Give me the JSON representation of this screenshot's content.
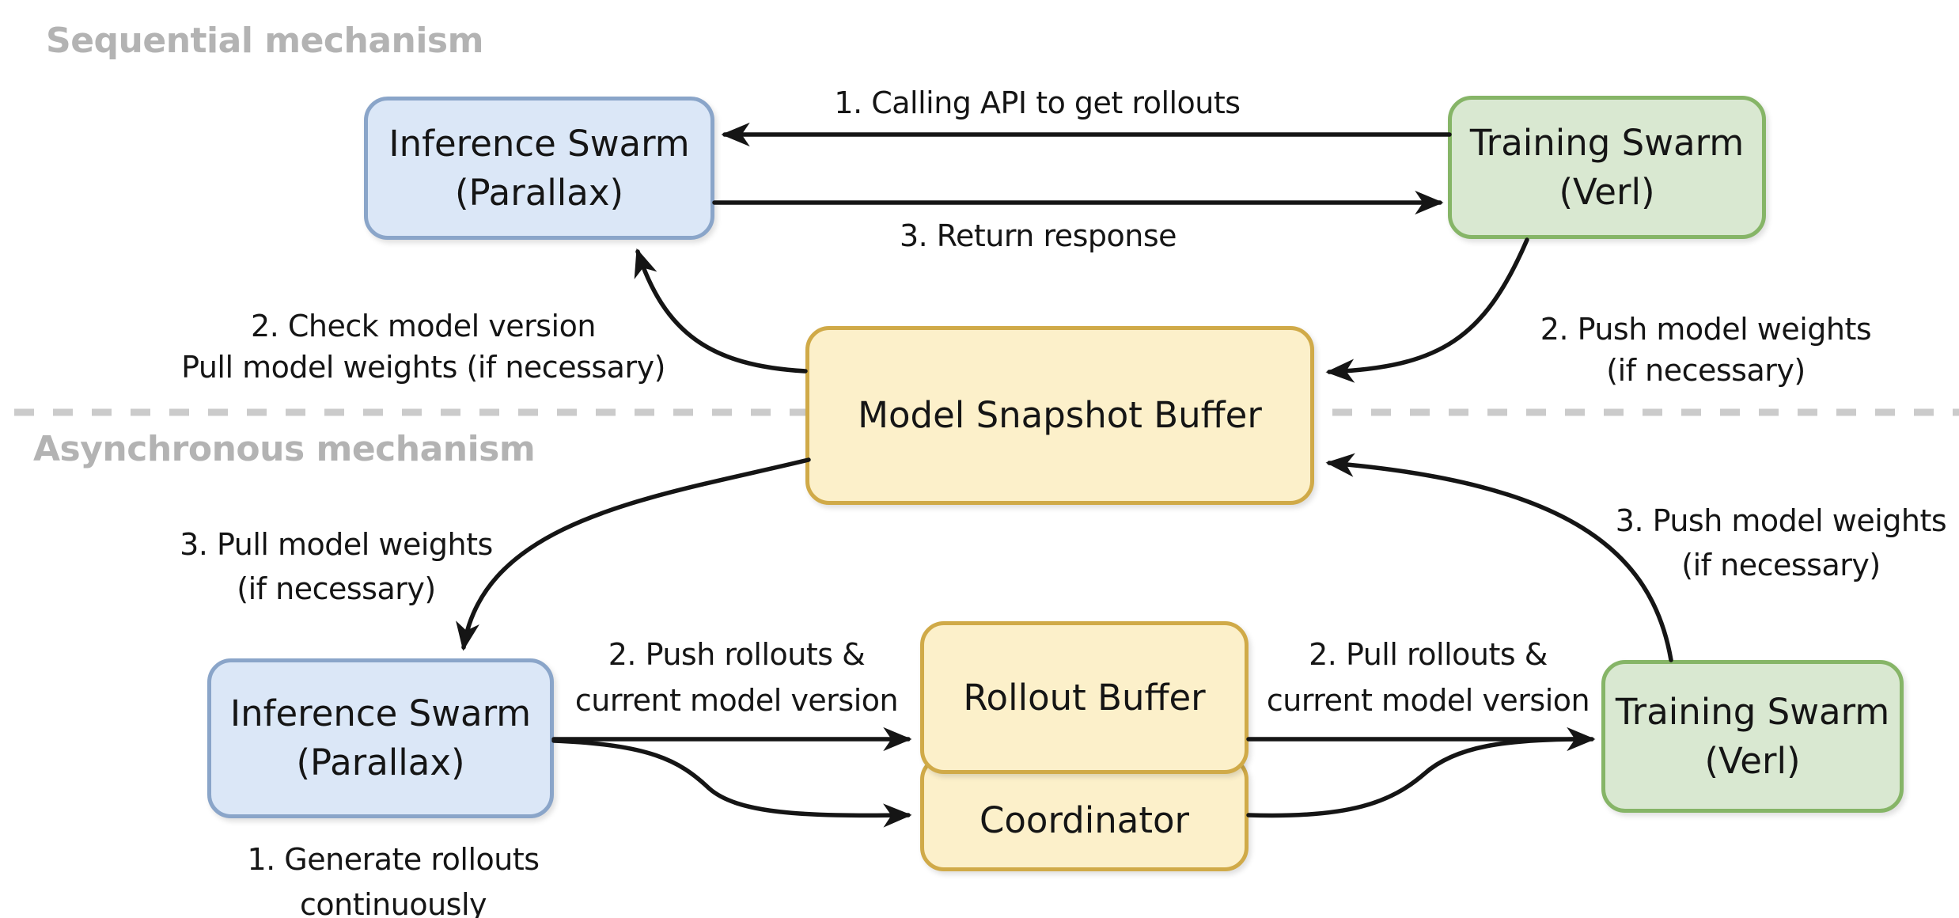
{
  "sections": {
    "sequential": {
      "title": "Sequential mechanism"
    },
    "asynchronous": {
      "title": "Asynchronous mechanism"
    }
  },
  "nodes": {
    "inference_swarm_top": {
      "line1": "Inference Swarm",
      "line2": "(Parallax)"
    },
    "training_swarm_top": {
      "line1": "Training Swarm",
      "line2": "(Verl)"
    },
    "model_snapshot_buffer": {
      "label": "Model Snapshot Buffer"
    },
    "inference_swarm_bottom": {
      "line1": "Inference Swarm",
      "line2": "(Parallax)"
    },
    "training_swarm_bottom": {
      "line1": "Training Swarm",
      "line2": "(Verl)"
    },
    "rollout_buffer": {
      "label": "Rollout Buffer"
    },
    "coordinator": {
      "label": "Coordinator"
    }
  },
  "edge_labels": {
    "calling_api": {
      "text": "1. Calling API to get rollouts"
    },
    "return_response": {
      "text": "3. Return response"
    },
    "check_model_version": {
      "line1": "2. Check model version",
      "line2": "Pull model weights (if necessary)"
    },
    "push_model_weights_seq": {
      "line1": "2. Push model weights",
      "line2": "(if necessary)"
    },
    "pull_model_weights_async": {
      "line1": "3. Pull model weights",
      "line2": "(if necessary)"
    },
    "push_rollouts": {
      "line1": "2. Push rollouts &",
      "line2": "current model version"
    },
    "pull_rollouts": {
      "line1": "2. Pull rollouts &",
      "line2": "current model version"
    },
    "push_model_weights_async": {
      "line1": "3. Push model weights",
      "line2": "(if necessary)"
    },
    "generate_rollouts": {
      "line1": "1. Generate rollouts",
      "line2": "continuously"
    }
  },
  "colors": {
    "inference_fill": "#dbe7f7",
    "inference_border": "#8aa5c9",
    "training_fill": "#d9e8d1",
    "training_border": "#86b567",
    "buffer_fill": "#fcf0ca",
    "buffer_border": "#d0aa48",
    "arrow": "#151515",
    "divider": "#cbcbcb",
    "section_title": "#b3b3b3",
    "background": "#ffffff"
  }
}
